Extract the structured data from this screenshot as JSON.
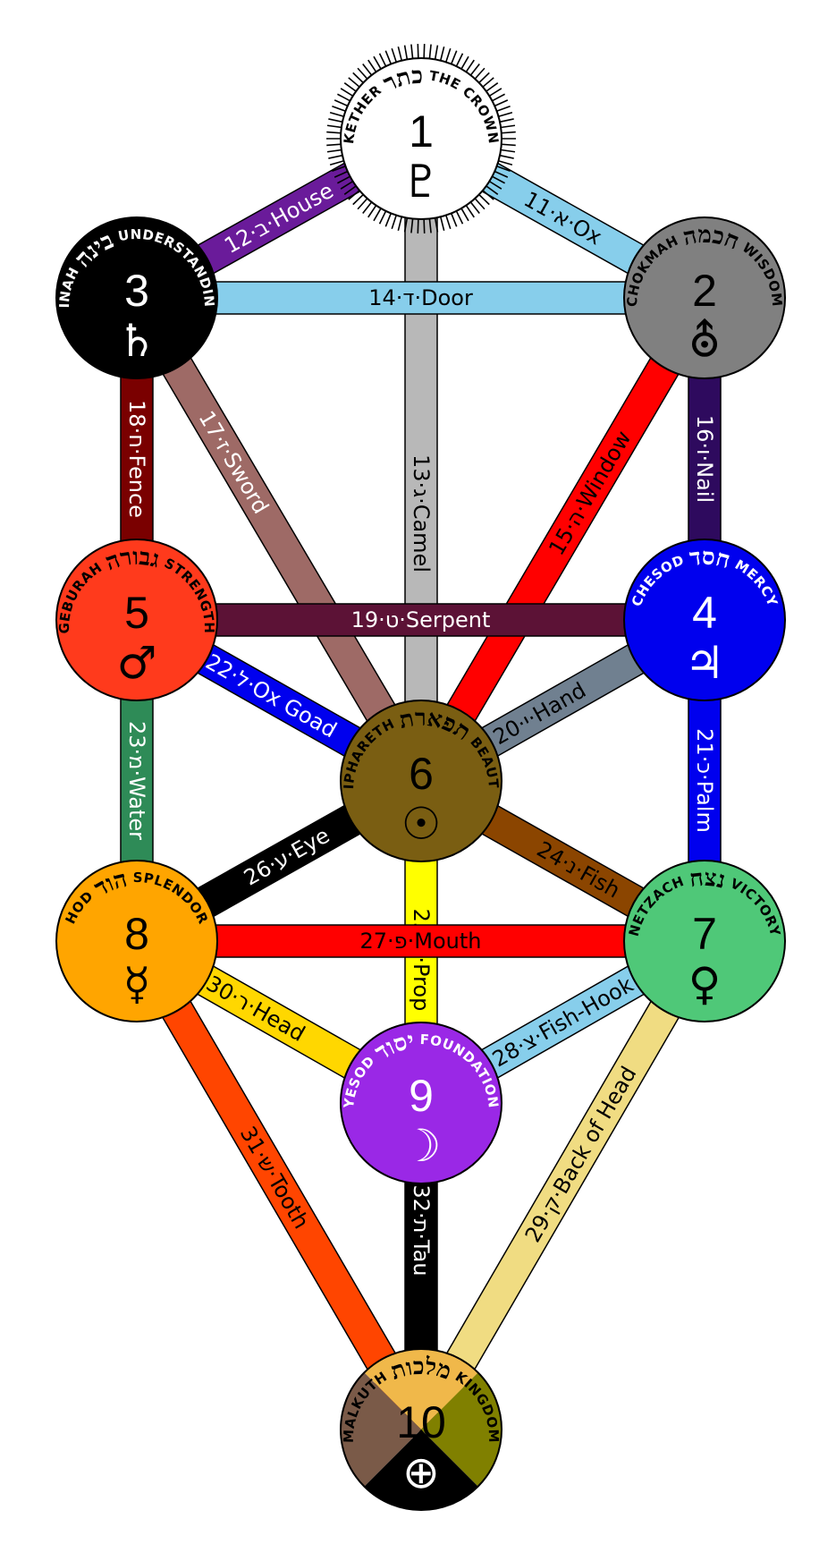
{
  "sephiroth": [
    {
      "id": "1",
      "number": "1",
      "name": "KETHER",
      "title": "THE CROWN",
      "hebrew": "כתר",
      "symbol": "♇",
      "fill": "#ffffff",
      "text": "#000000",
      "rays": true
    },
    {
      "id": "2",
      "number": "2",
      "name": "CHOKMAH",
      "title": "WISDOM",
      "hebrew": "חכמה",
      "symbol": "⛢",
      "fill": "#808080",
      "text": "#000000"
    },
    {
      "id": "3",
      "number": "3",
      "name": "BINAH",
      "title": "UNDERSTANDING",
      "hebrew": "בינה",
      "symbol": "♄",
      "fill": "#000000",
      "text": "#ffffff"
    },
    {
      "id": "4",
      "number": "4",
      "name": "CHESOD",
      "title": "MERCY",
      "hebrew": "חסד",
      "symbol": "♃",
      "fill": "#0000ee",
      "text": "#ffffff"
    },
    {
      "id": "5",
      "number": "5",
      "name": "GEBURAH",
      "title": "STRENGTH",
      "hebrew": "גבורה",
      "symbol": "♂",
      "fill": "#ff3a1c",
      "text": "#000000"
    },
    {
      "id": "6",
      "number": "6",
      "name": "TIPHARETH",
      "title": "BEAUTY",
      "hebrew": "תפארת",
      "symbol": "☉",
      "fill": "#7a5e12",
      "text": "#000000"
    },
    {
      "id": "7",
      "number": "7",
      "name": "NETZACH",
      "title": "VICTORY",
      "hebrew": "נצח",
      "symbol": "♀",
      "fill": "#4fc878",
      "text": "#000000"
    },
    {
      "id": "8",
      "number": "8",
      "name": "HOD",
      "title": "SPLENDOR",
      "hebrew": "הוד",
      "symbol": "☿",
      "fill": "#ffa500",
      "text": "#000000"
    },
    {
      "id": "9",
      "number": "9",
      "name": "YESOD",
      "title": "FOUNDATION",
      "hebrew": "יסוד",
      "symbol": "☽",
      "fill": "#9a28e6",
      "text": "#ffffff"
    },
    {
      "id": "10",
      "number": "10",
      "name": "MALKUTH",
      "title": "KINGDOM",
      "hebrew": "מלכות",
      "symbol": "⊕",
      "fill": "#f0b84a",
      "text": "#000000",
      "quarters": [
        "#f0b84a",
        "#808000",
        "#000000",
        "#7a5a48"
      ]
    }
  ],
  "paths": [
    {
      "from": "1",
      "to": "2",
      "label": "11·א·Ox",
      "color": "#87ceeb",
      "text": "#000000"
    },
    {
      "from": "1",
      "to": "3",
      "label": "12·ב·House",
      "color": "#6a1b9a",
      "text": "#ffffff"
    },
    {
      "from": "1",
      "to": "6",
      "label": "13·ג·Camel",
      "color": "#b8b8b8",
      "text": "#000000"
    },
    {
      "from": "2",
      "to": "3",
      "label": "14·ד·Door",
      "color": "#87ceeb",
      "text": "#000000"
    },
    {
      "from": "2",
      "to": "6",
      "label": "15·ה·Window",
      "color": "#ff0000",
      "text": "#000000"
    },
    {
      "from": "2",
      "to": "4",
      "label": "16·ו·Nail",
      "color": "#2e0a5e",
      "text": "#ffffff"
    },
    {
      "from": "3",
      "to": "6",
      "label": "17·ז·Sword",
      "color": "#9e6a66",
      "text": "#ffffff"
    },
    {
      "from": "3",
      "to": "5",
      "label": "18·ח·Fence",
      "color": "#7a0000",
      "text": "#ffffff"
    },
    {
      "from": "4",
      "to": "5",
      "label": "19·ט·Serpent",
      "color": "#5c1236",
      "text": "#ffffff"
    },
    {
      "from": "4",
      "to": "6",
      "label": "20·י·Hand",
      "color": "#708090",
      "text": "#000000"
    },
    {
      "from": "4",
      "to": "7",
      "label": "21·כ·Palm",
      "color": "#0000ee",
      "text": "#ffffff"
    },
    {
      "from": "5",
      "to": "6",
      "label": "22·ל·Ox Goad",
      "color": "#0000ee",
      "text": "#ffffff"
    },
    {
      "from": "5",
      "to": "8",
      "label": "23·מ·Water",
      "color": "#2e8b57",
      "text": "#ffffff"
    },
    {
      "from": "6",
      "to": "7",
      "label": "24·נ·Fish",
      "color": "#8b4500",
      "text": "#000000"
    },
    {
      "from": "6",
      "to": "9",
      "label": "25·ס·Prop",
      "color": "#ffff00",
      "text": "#000000"
    },
    {
      "from": "6",
      "to": "8",
      "label": "26·ע·Eye",
      "color": "#000000",
      "text": "#ffffff"
    },
    {
      "from": "7",
      "to": "8",
      "label": "27·פ·Mouth",
      "color": "#ff0000",
      "text": "#000000"
    },
    {
      "from": "7",
      "to": "9",
      "label": "28·צ·Fish-Hook",
      "color": "#87ceeb",
      "text": "#000000"
    },
    {
      "from": "7",
      "to": "10",
      "label": "29·ק·Back of Head",
      "color": "#f0dc82",
      "text": "#000000"
    },
    {
      "from": "8",
      "to": "9",
      "label": "30·ר·Head",
      "color": "#ffd700",
      "text": "#000000"
    },
    {
      "from": "8",
      "to": "10",
      "label": "31·ש·Tooth",
      "color": "#ff4500",
      "text": "#000000"
    },
    {
      "from": "9",
      "to": "10",
      "label": "32·ת·Tau",
      "color": "#000000",
      "text": "#ffffff"
    }
  ]
}
